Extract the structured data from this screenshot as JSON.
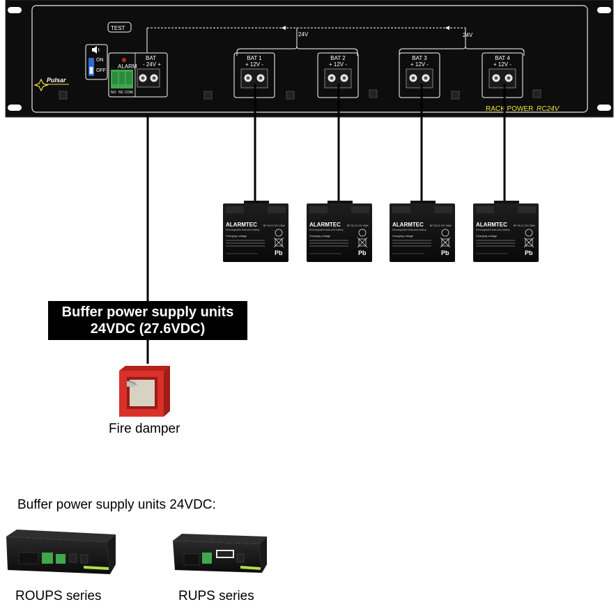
{
  "panel": {
    "brand": "Pulsar",
    "test_button": "TEST",
    "switch_on": "ON",
    "switch_off": "OFF",
    "alarm_title": "ALARM",
    "alarm_terminals": [
      "NO",
      "NC",
      "COM"
    ],
    "bat_main_title": "BAT",
    "bat_main_voltage": "- 24V +",
    "bus_label_left": "24V",
    "bus_label_right": "24V",
    "bat_slots": [
      {
        "title": "BAT 1",
        "voltage": "+ 12V -"
      },
      {
        "title": "BAT 2",
        "voltage": "+ 12V -"
      },
      {
        "title": "BAT 3",
        "voltage": "+ 12V -"
      },
      {
        "title": "BAT 4",
        "voltage": "+ 12V -"
      }
    ],
    "model_name": "RACK POWER",
    "model_code": "RC24V"
  },
  "batteries": {
    "brand": "ALARMTEC",
    "subtitle": "Rechargeable lead-acid battery",
    "model": "BP 18-12 12V 18Ah",
    "spec_title": "Charging voltage",
    "symbol": "Pb",
    "count": 4
  },
  "label": {
    "line1": "Buffer power supply units",
    "line2": "24VDC (27.6VDC)"
  },
  "fire_damper": {
    "caption": "Fire damper"
  },
  "footer": {
    "heading": "Buffer power supply units 24VDC:",
    "units": [
      {
        "caption": "ROUPS series"
      },
      {
        "caption": "RUPS series"
      }
    ]
  },
  "colors": {
    "panel": "#0d0d0d",
    "panel_border": "#e8e8e8",
    "model_text": "#f2e33a",
    "terminal_green": "#3fa84f",
    "damper_red": "#d9302a",
    "switch_blue": "#2b6cd6"
  }
}
